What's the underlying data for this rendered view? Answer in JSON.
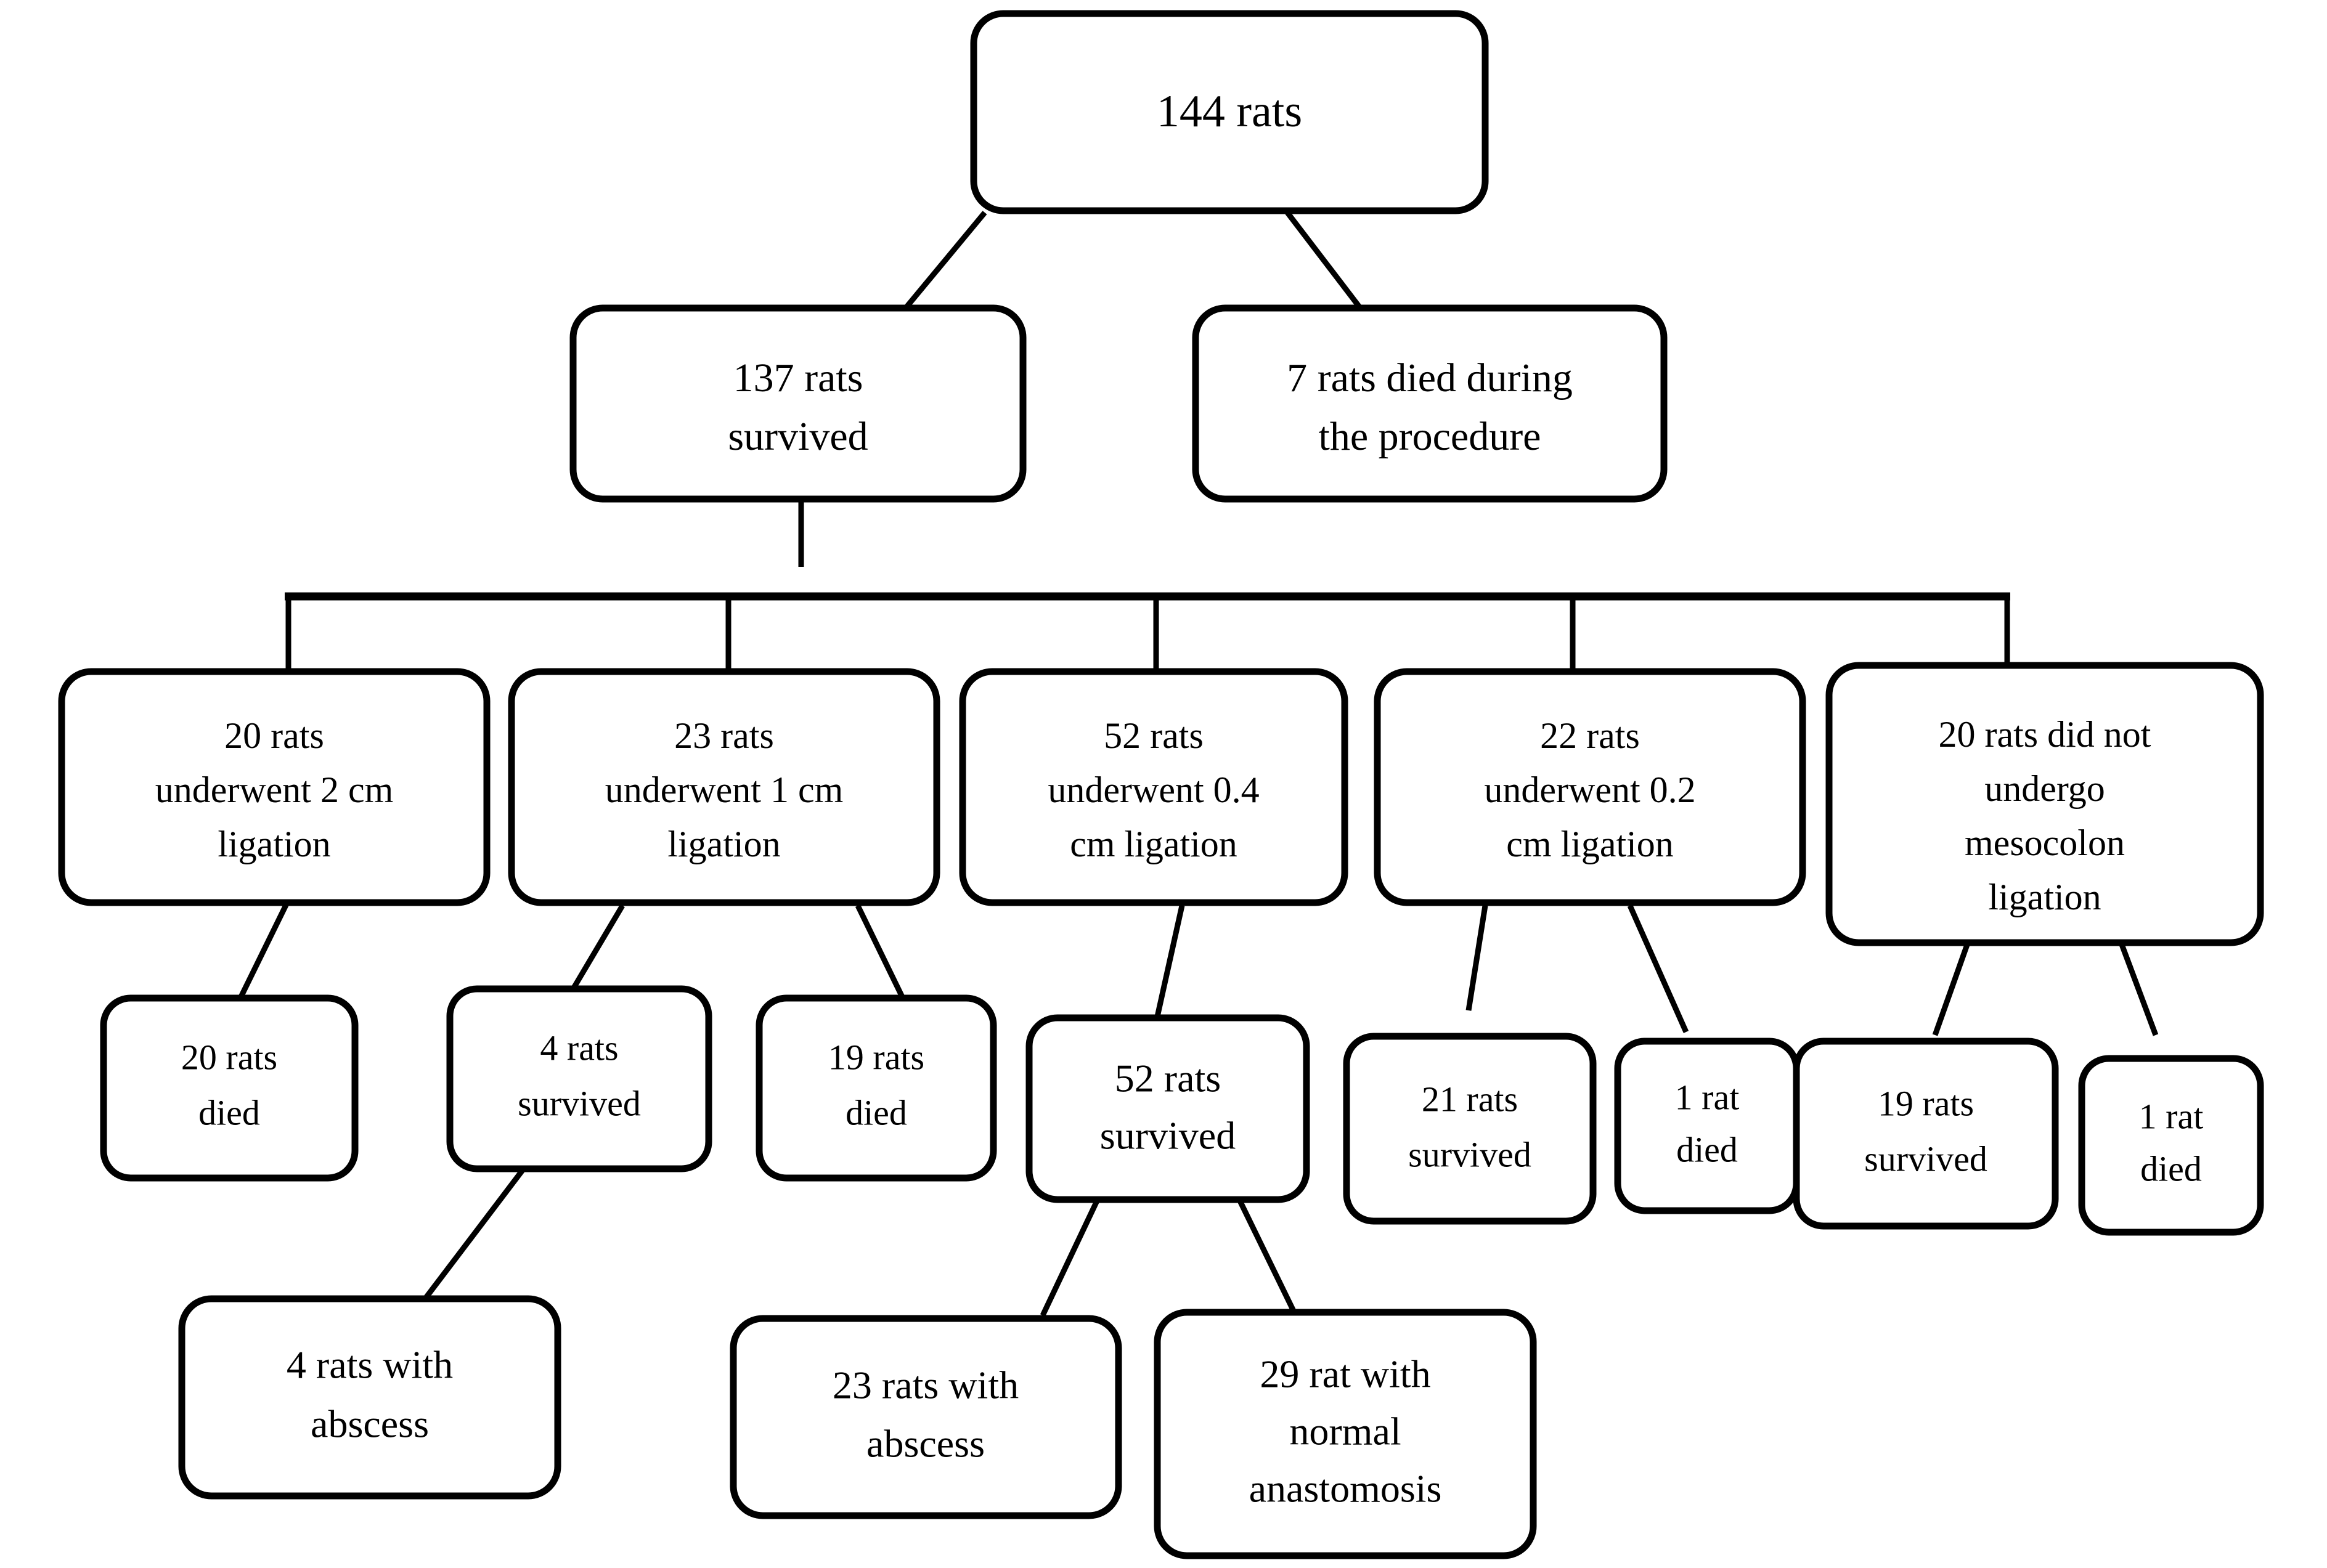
{
  "diagram": {
    "title": "Rat mesocolon ligation study flow diagram",
    "type": "flowchart",
    "stroke_color": "#000000",
    "fill_color": "#ffffff",
    "background": "#ffffff"
  },
  "nodes": {
    "root": {
      "lines": [
        "144 rats"
      ]
    },
    "survived_procedure": {
      "lines": [
        "137 rats",
        "survived"
      ]
    },
    "died_procedure": {
      "lines": [
        "7 rats died during",
        "the procedure"
      ]
    },
    "group_2cm": {
      "lines": [
        "20 rats",
        "underwent 2 cm",
        "ligation"
      ]
    },
    "group_1cm": {
      "lines": [
        "23 rats",
        "underwent 1 cm",
        "ligation"
      ]
    },
    "group_04cm": {
      "lines": [
        "52 rats",
        "underwent 0.4",
        "cm ligation"
      ]
    },
    "group_02cm": {
      "lines": [
        "22 rats",
        "underwent 0.2",
        "cm ligation"
      ]
    },
    "group_none": {
      "lines": [
        "20 rats did not",
        "undergo",
        "mesocolon",
        "ligation"
      ]
    },
    "out_2cm_died": {
      "lines": [
        "20 rats",
        "died"
      ]
    },
    "out_1cm_survived": {
      "lines": [
        "4 rats",
        "survived"
      ]
    },
    "out_1cm_died": {
      "lines": [
        "19 rats",
        "died"
      ]
    },
    "out_04cm_survived": {
      "lines": [
        "52 rats",
        "survived"
      ]
    },
    "out_02cm_survived": {
      "lines": [
        "21 rats",
        "survived"
      ]
    },
    "out_02cm_died": {
      "lines": [
        "1 rat",
        "died"
      ]
    },
    "out_none_survived": {
      "lines": [
        "19 rats",
        "survived"
      ]
    },
    "out_none_died": {
      "lines": [
        "1 rat",
        "died"
      ]
    },
    "abscess_1cm": {
      "lines": [
        "4 rats with",
        "abscess"
      ]
    },
    "abscess_04cm": {
      "lines": [
        "23 rats with",
        "abscess"
      ]
    },
    "normal_04cm": {
      "lines": [
        "29 rat with",
        "normal",
        "anastomosis"
      ]
    }
  },
  "counts": {
    "total_rats": 144,
    "survived_procedure": 137,
    "died_procedure": 7,
    "ligation_2cm": 20,
    "ligation_1cm": 23,
    "ligation_04cm": 52,
    "ligation_02cm": 22,
    "no_ligation": 20,
    "died_2cm": 20,
    "survived_1cm": 4,
    "died_1cm": 19,
    "survived_04cm": 52,
    "survived_02cm": 21,
    "died_02cm": 1,
    "survived_none": 19,
    "died_none": 1,
    "abscess_1cm": 4,
    "abscess_04cm": 23,
    "normal_anastomosis_04cm": 29
  }
}
